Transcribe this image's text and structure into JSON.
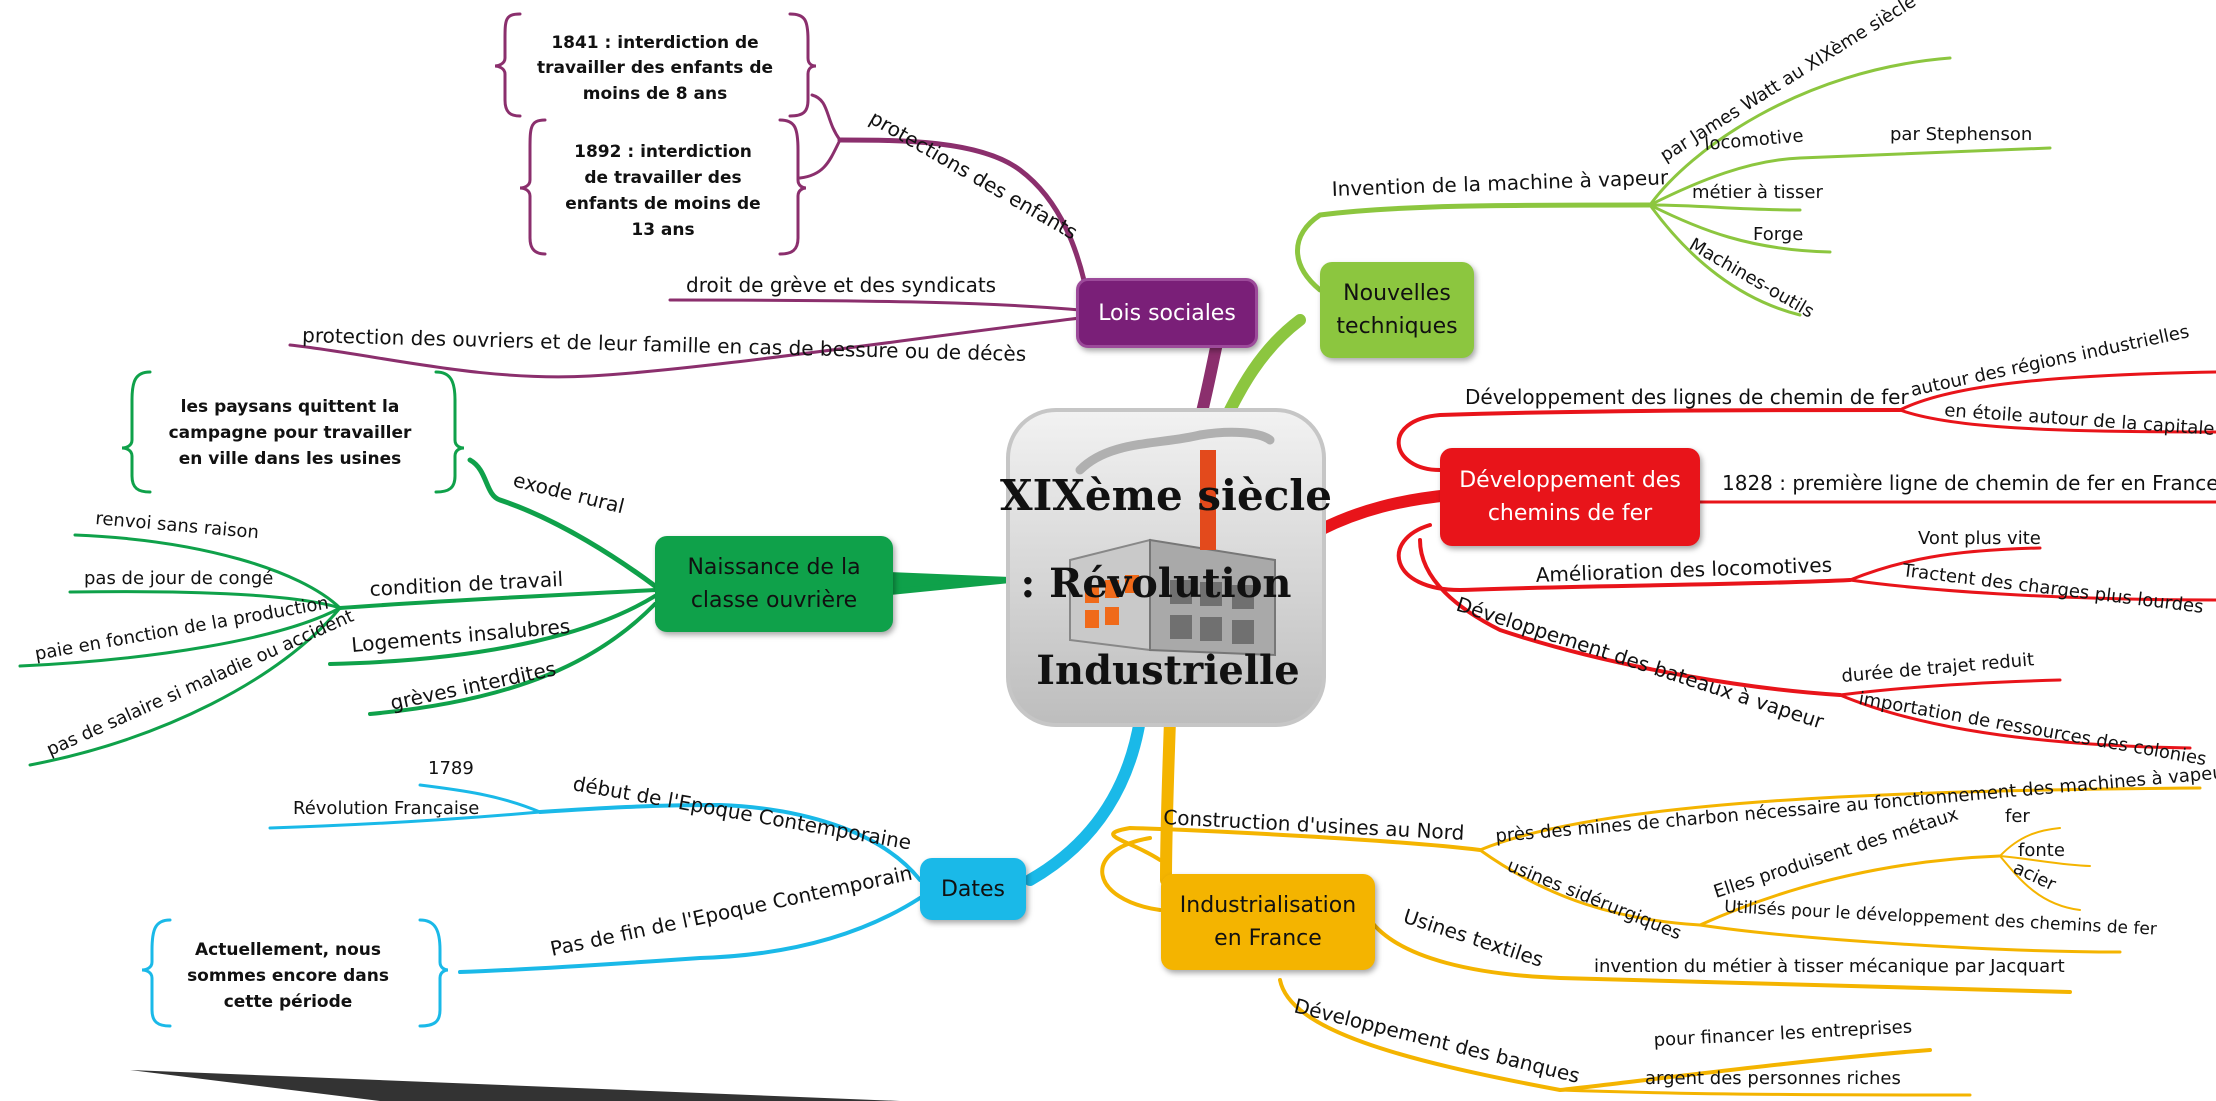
{
  "center": {
    "title_line1": "XIXème siècle",
    "title_line2": ": Révolution",
    "title_line3": "Industrielle"
  },
  "colors": {
    "lois": "#8b2f6d",
    "lois_node": "#7a1f78",
    "techniques": "#8cc63f",
    "chemins": "#e8141a",
    "industrialisation": "#f4b400",
    "dates": "#1ab9e8",
    "ouvriere": "#0fa14a"
  },
  "branches": {
    "lois_sociales": {
      "label": "Lois sociales",
      "protections_enfants": "protections des enfants",
      "note_1841": [
        "1841 : interdiction de",
        "travailler des enfants de",
        "moins de 8 ans"
      ],
      "note_1892": [
        "1892 : interdiction",
        "de travailler des",
        "enfants de moins de",
        "13 ans"
      ],
      "greve_syndicats": "droit de grève et des syndicats",
      "protection_ouvriers": "protection des ouvriers et de leur famille en cas de bessure ou de décès"
    },
    "nouvelles_techniques": {
      "label_line1": "Nouvelles",
      "label_line2": "techniques",
      "machine_vapeur": "Invention de la machine à vapeur",
      "james_watt": "par James Watt au XIXème siècle",
      "locomotive": "locomotive",
      "stephenson": "par Stephenson",
      "metier": "métier à tisser",
      "forge": "Forge",
      "machines_outils": "Machines-outils"
    },
    "chemins_de_fer": {
      "label_line1": "Développement des",
      "label_line2": "chemins de fer",
      "lignes": "Développement des lignes de chemin de fer",
      "regions": "autour des régions industrielles",
      "etoile": "en étoile autour de la capitale",
      "ligne_1828": "1828 : première ligne de chemin de fer en France",
      "amelioration": "Amélioration des locomotives",
      "vont_vite": "Vont plus vite",
      "tractent": "Tractent des charges plus lourdes",
      "bateaux": "Développement des bateaux à vapeur",
      "duree": "durée de trajet reduit",
      "importation": "importation de ressources des colonies"
    },
    "industrialisation": {
      "label_line1": "Industrialisation",
      "label_line2": "en France",
      "usines_nord": "Construction d'usines au Nord",
      "mines": "près des mines de charbon nécessaire au fonctionnement des machines à vapeur",
      "siderurgiques": "usines sidérurgiques",
      "metaux": "Elles produisent des métaux",
      "fer": "fer",
      "fonte": "fonte",
      "acier": "acier",
      "utilises": "Utilisés pour le développement des chemins de fer",
      "textiles": "Usines textiles",
      "jacquart": "invention du métier à tisser mécanique par Jacquart",
      "banques": "Développement des banques",
      "financer": "pour financer les entreprises",
      "argent": "argent des personnes riches"
    },
    "dates": {
      "label": "Dates",
      "debut": "début de l'Epoque Contemporaine",
      "annee_1789": "1789",
      "revolution": "Révolution Française",
      "pas_de_fin": "Pas de fin de l'Epoque Contemporain",
      "note": [
        "Actuellement, nous",
        "sommes encore dans",
        "cette période"
      ]
    },
    "classe_ouvriere": {
      "label_line1": "Naissance de la",
      "label_line2": "classe ouvrière",
      "exode": "exode rural",
      "note": [
        "les paysans quittent la",
        "campagne pour travailler",
        "en ville dans les usines"
      ],
      "condition": "condition de travail",
      "renvoi": "renvoi sans raison",
      "conge": "pas de jour de congé",
      "production": "paie en fonction de la production",
      "salaire": "pas de salaire si maladie ou accident",
      "logements": "Logements insalubres",
      "greves": "grèves interdites"
    }
  }
}
